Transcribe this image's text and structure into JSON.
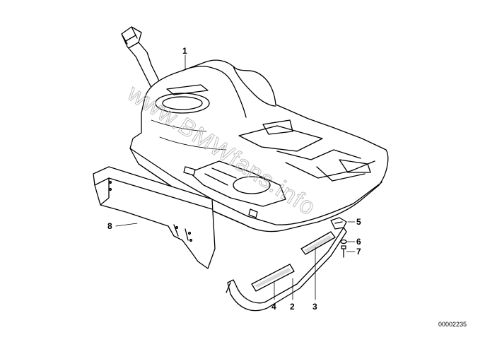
{
  "diagram": {
    "watermark": "www.BMWfans.info",
    "document_number": "00002235",
    "callouts": [
      {
        "id": "1",
        "label": "1"
      },
      {
        "id": "2",
        "label": "2"
      },
      {
        "id": "3",
        "label": "3"
      },
      {
        "id": "4",
        "label": "4"
      },
      {
        "id": "5",
        "label": "5"
      },
      {
        "id": "6",
        "label": "6"
      },
      {
        "id": "7",
        "label": "7"
      },
      {
        "id": "8",
        "label": "8"
      }
    ],
    "parts": [
      {
        "callout": "1",
        "icon": "fuel-tank-icon"
      },
      {
        "callout": "2",
        "icon": "tension-strap-icon"
      },
      {
        "callout": "3",
        "icon": "rubber-pad-icon"
      },
      {
        "callout": "4",
        "icon": "rubber-pad-icon"
      },
      {
        "callout": "5",
        "icon": "clip-nut-icon"
      },
      {
        "callout": "6",
        "icon": "washer-icon"
      },
      {
        "callout": "7",
        "icon": "bolt-icon"
      },
      {
        "callout": "8",
        "icon": "heat-shield-icon"
      }
    ]
  }
}
